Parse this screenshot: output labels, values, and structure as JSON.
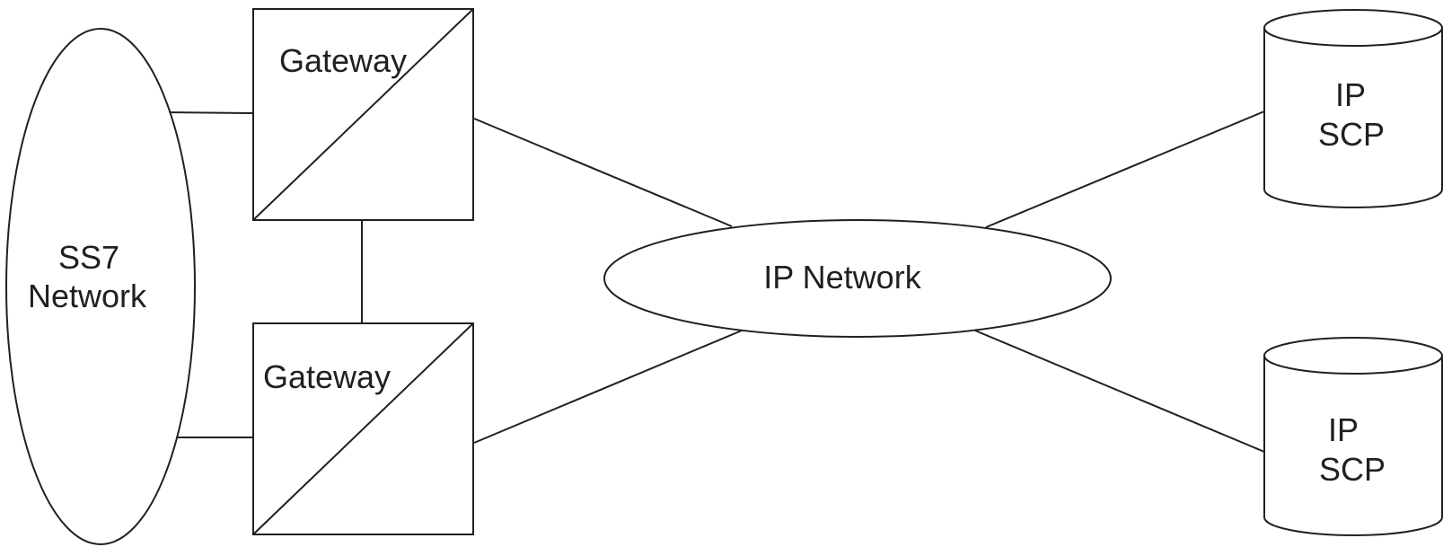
{
  "nodes": {
    "ss7_network": {
      "line1": "SS7",
      "line2": "Network"
    },
    "gateway_top": {
      "label": "Gateway"
    },
    "gateway_bottom": {
      "label": "Gateway"
    },
    "ip_network": {
      "label": "IP Network"
    },
    "scp_top": {
      "line1": "IP",
      "line2": "SCP"
    },
    "scp_bottom": {
      "line1": "IP",
      "line2": "SCP"
    }
  },
  "colors": {
    "stroke": "#231f20",
    "background": "#ffffff"
  }
}
